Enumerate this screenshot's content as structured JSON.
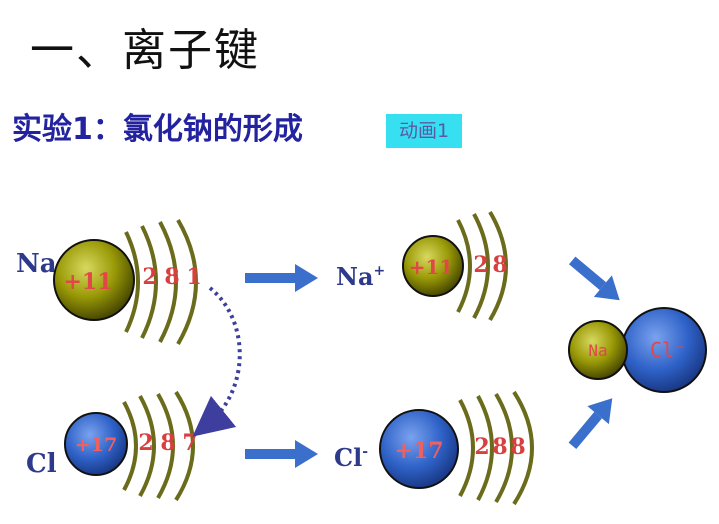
{
  "title": "一、离子键",
  "subtitle": "实验1：氯化钠的形成",
  "animation_button": "动画1",
  "colors": {
    "na_core": "#8a8a00",
    "cl_core": "#2f62c8",
    "shell": "#6b6b1c",
    "arrow": "#3a6fcc",
    "label": "#2d3a8c",
    "electron_text": "#d84040",
    "transfer_arrow": "#3e3e9e"
  },
  "sodium_atom": {
    "symbol": "Na",
    "nucleus": "+11",
    "electrons": [
      "2",
      "8",
      "1"
    ]
  },
  "chlorine_atom": {
    "symbol": "Cl",
    "nucleus": "+17",
    "electrons": [
      "2",
      "8",
      "7"
    ]
  },
  "sodium_ion": {
    "symbol": "Na",
    "charge": "+",
    "nucleus": "+11",
    "electrons": [
      "2",
      "8"
    ]
  },
  "chloride_ion": {
    "symbol": "Cl",
    "charge": "-",
    "nucleus": "+17",
    "electrons": [
      "2",
      "8",
      "8"
    ]
  },
  "product": {
    "na_label": "Na",
    "cl_label": "Cl⁻"
  }
}
